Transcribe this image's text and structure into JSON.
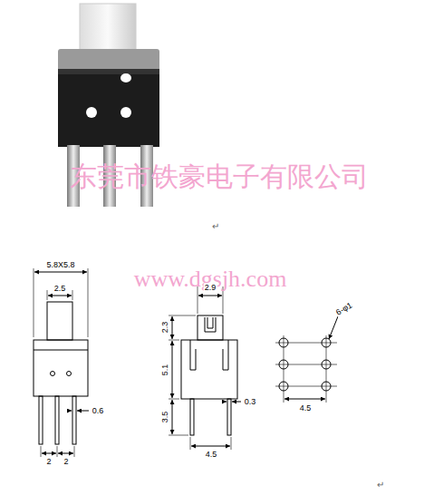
{
  "diagram": {
    "labels": [
      "东莞市铁豪电子有限公司",
      "↵",
      "www.dgsjh.com",
      "5.8X5.8",
      "2.5",
      "0.6",
      "2",
      "2",
      "2.9",
      "2.3",
      "5.1",
      "3.5",
      "0.3",
      "4.5",
      "6-φ1",
      "4.5",
      "↵"
    ]
  }
}
